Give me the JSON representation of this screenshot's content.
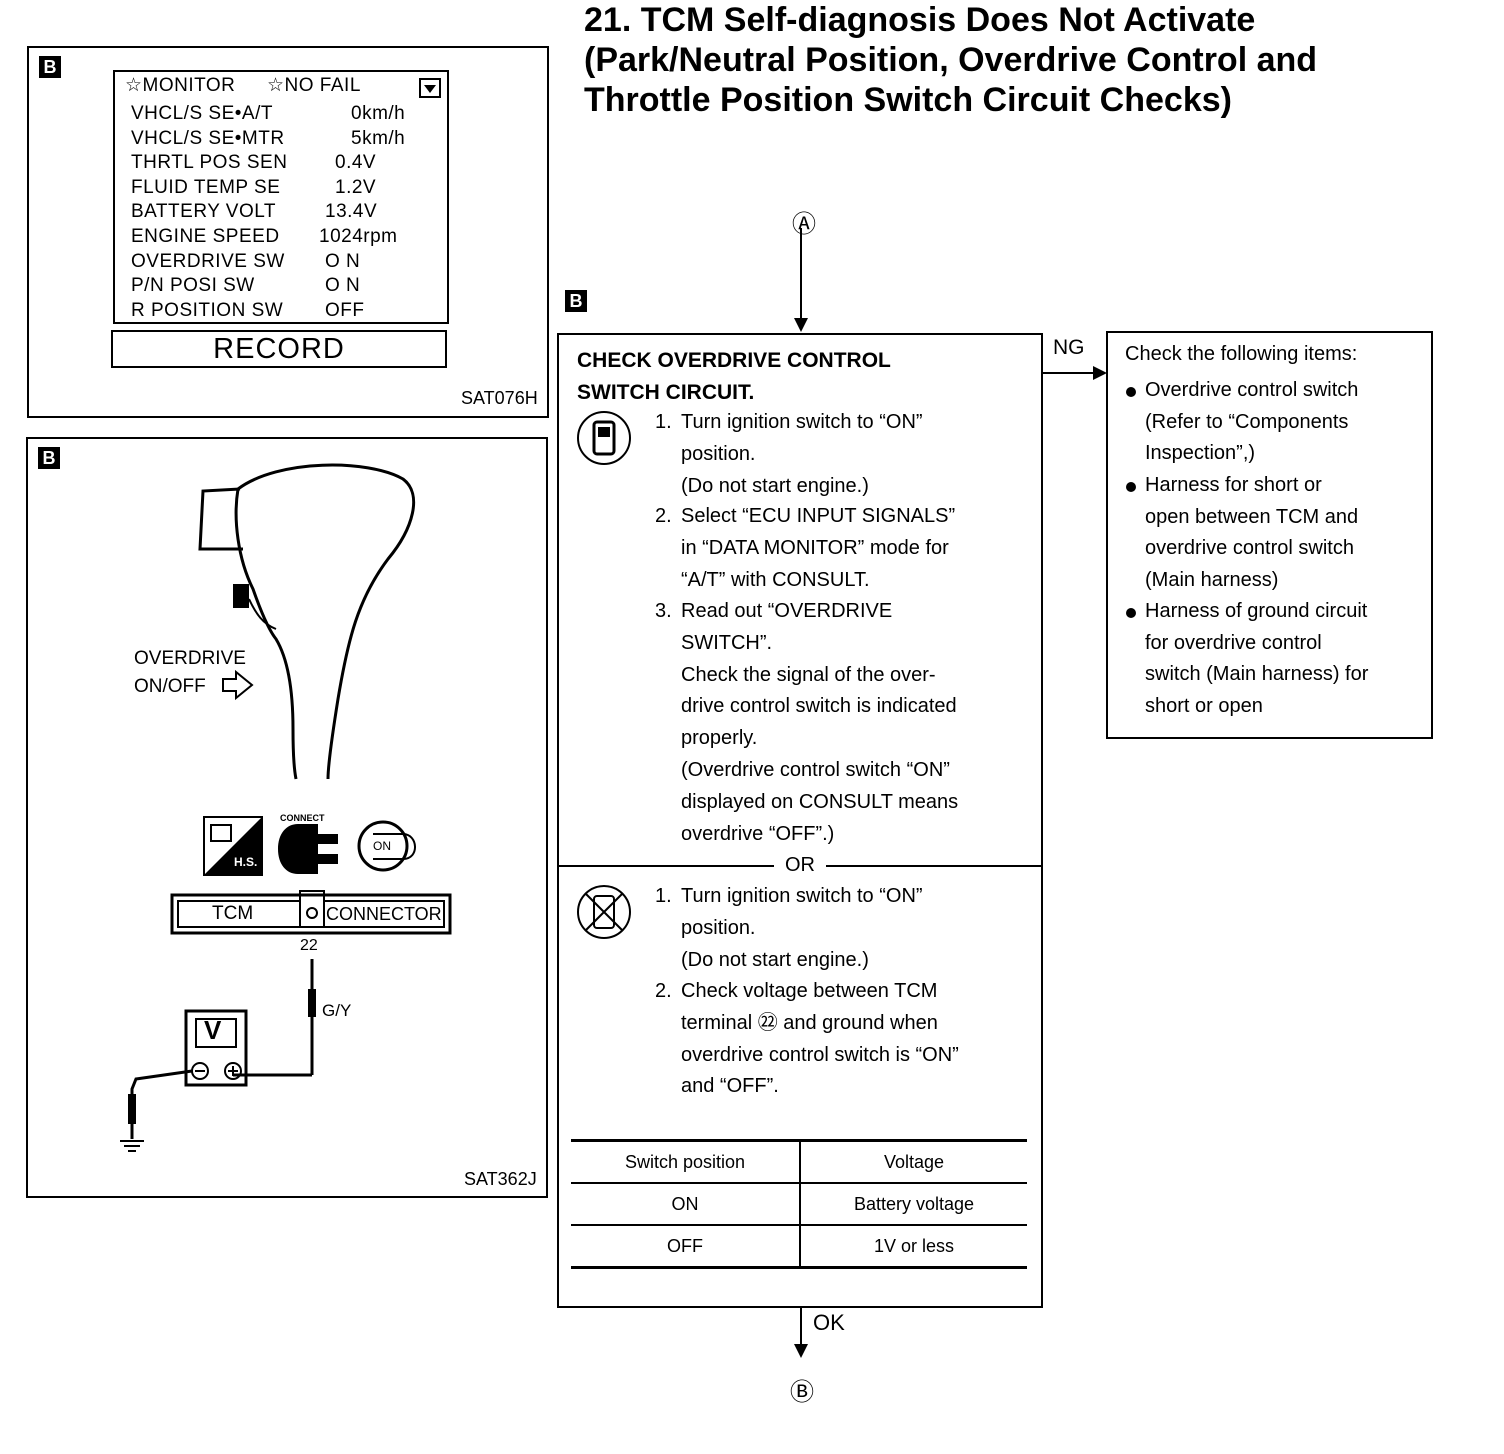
{
  "title_lines": [
    "21. TCM Self-diagnosis Does Not Activate",
    "(Park/Neutral Position, Overdrive Control and",
    "Throttle Position Switch Circuit Checks)"
  ],
  "section_marker": "B",
  "monitor": {
    "header_left": "☆MONITOR",
    "header_right": "☆NO FAIL",
    "rows": [
      {
        "label": "VHCL/S SE•A/T",
        "value": "0km/h"
      },
      {
        "label": "VHCL/S SE•MTR",
        "value": "5km/h"
      },
      {
        "label": "THRTL POS SEN",
        "value": "0.4V"
      },
      {
        "label": "FLUID TEMP SE",
        "value": "1.2V"
      },
      {
        "label": "BATTERY VOLT",
        "value": "13.4V"
      },
      {
        "label": "ENGINE SPEED",
        "value": "1024rpm"
      },
      {
        "label": "OVERDRIVE SW",
        "value": "O N"
      },
      {
        "label": "P/N POSI SW",
        "value": "O N"
      },
      {
        "label": "R POSITION SW",
        "value": "OFF"
      }
    ],
    "record_button": "RECORD",
    "figure_code": "SAT076H"
  },
  "diagram": {
    "overdrive_label_1": "OVERDRIVE",
    "overdrive_label_2": "ON/OFF",
    "hs_label": "H.S.",
    "connect_label": "CONNECT",
    "on_label": "ON",
    "tcm_label": "TCM",
    "connector_label": "CONNECTOR",
    "terminal": "22",
    "wire_color": "G/Y",
    "meter_label": "V",
    "figure_code": "SAT362J"
  },
  "flow": {
    "start_marker": "Ⓐ",
    "end_marker": "Ⓑ",
    "ng_label": "NG",
    "ok_label": "OK",
    "or_label": "OR",
    "heading_1": "CHECK OVERDRIVE CONTROL",
    "heading_2": "SWITCH CIRCUIT.",
    "consult_steps": [
      {
        "num": "1.",
        "text": "Turn ignition switch to “ON”\nposition.\n(Do not start engine.)"
      },
      {
        "num": "2.",
        "text": "Select “ECU INPUT SIGNALS”\nin “DATA MONITOR” mode for\n“A/T” with CONSULT."
      },
      {
        "num": "3.",
        "text": "Read out “OVERDRIVE\nSWITCH”.\nCheck the signal of the over-\ndrive control switch is indicated\nproperly.\n(Overdrive control switch “ON”\ndisplayed on CONSULT means\noverdrive “OFF”.)"
      }
    ],
    "manual_steps": [
      {
        "num": "1.",
        "text": "Turn ignition switch to “ON”\nposition.\n(Do not start engine.)"
      },
      {
        "num": "2.",
        "text": "Check voltage between TCM\nterminal ㉒ and ground when\noverdrive control switch is “ON”\nand “OFF”."
      }
    ],
    "table": {
      "headers": [
        "Switch position",
        "Voltage"
      ],
      "rows": [
        [
          "ON",
          "Battery voltage"
        ],
        [
          "OFF",
          "1V or less"
        ]
      ]
    },
    "ng_box": {
      "heading": "Check the following items:",
      "items": [
        "Overdrive control switch\n(Refer to “Components\nInspection”,)",
        "Harness for short or\nopen between TCM and\noverdrive control switch\n(Main harness)",
        "Harness of ground circuit\nfor overdrive control\nswitch (Main harness) for\nshort or open"
      ]
    }
  }
}
